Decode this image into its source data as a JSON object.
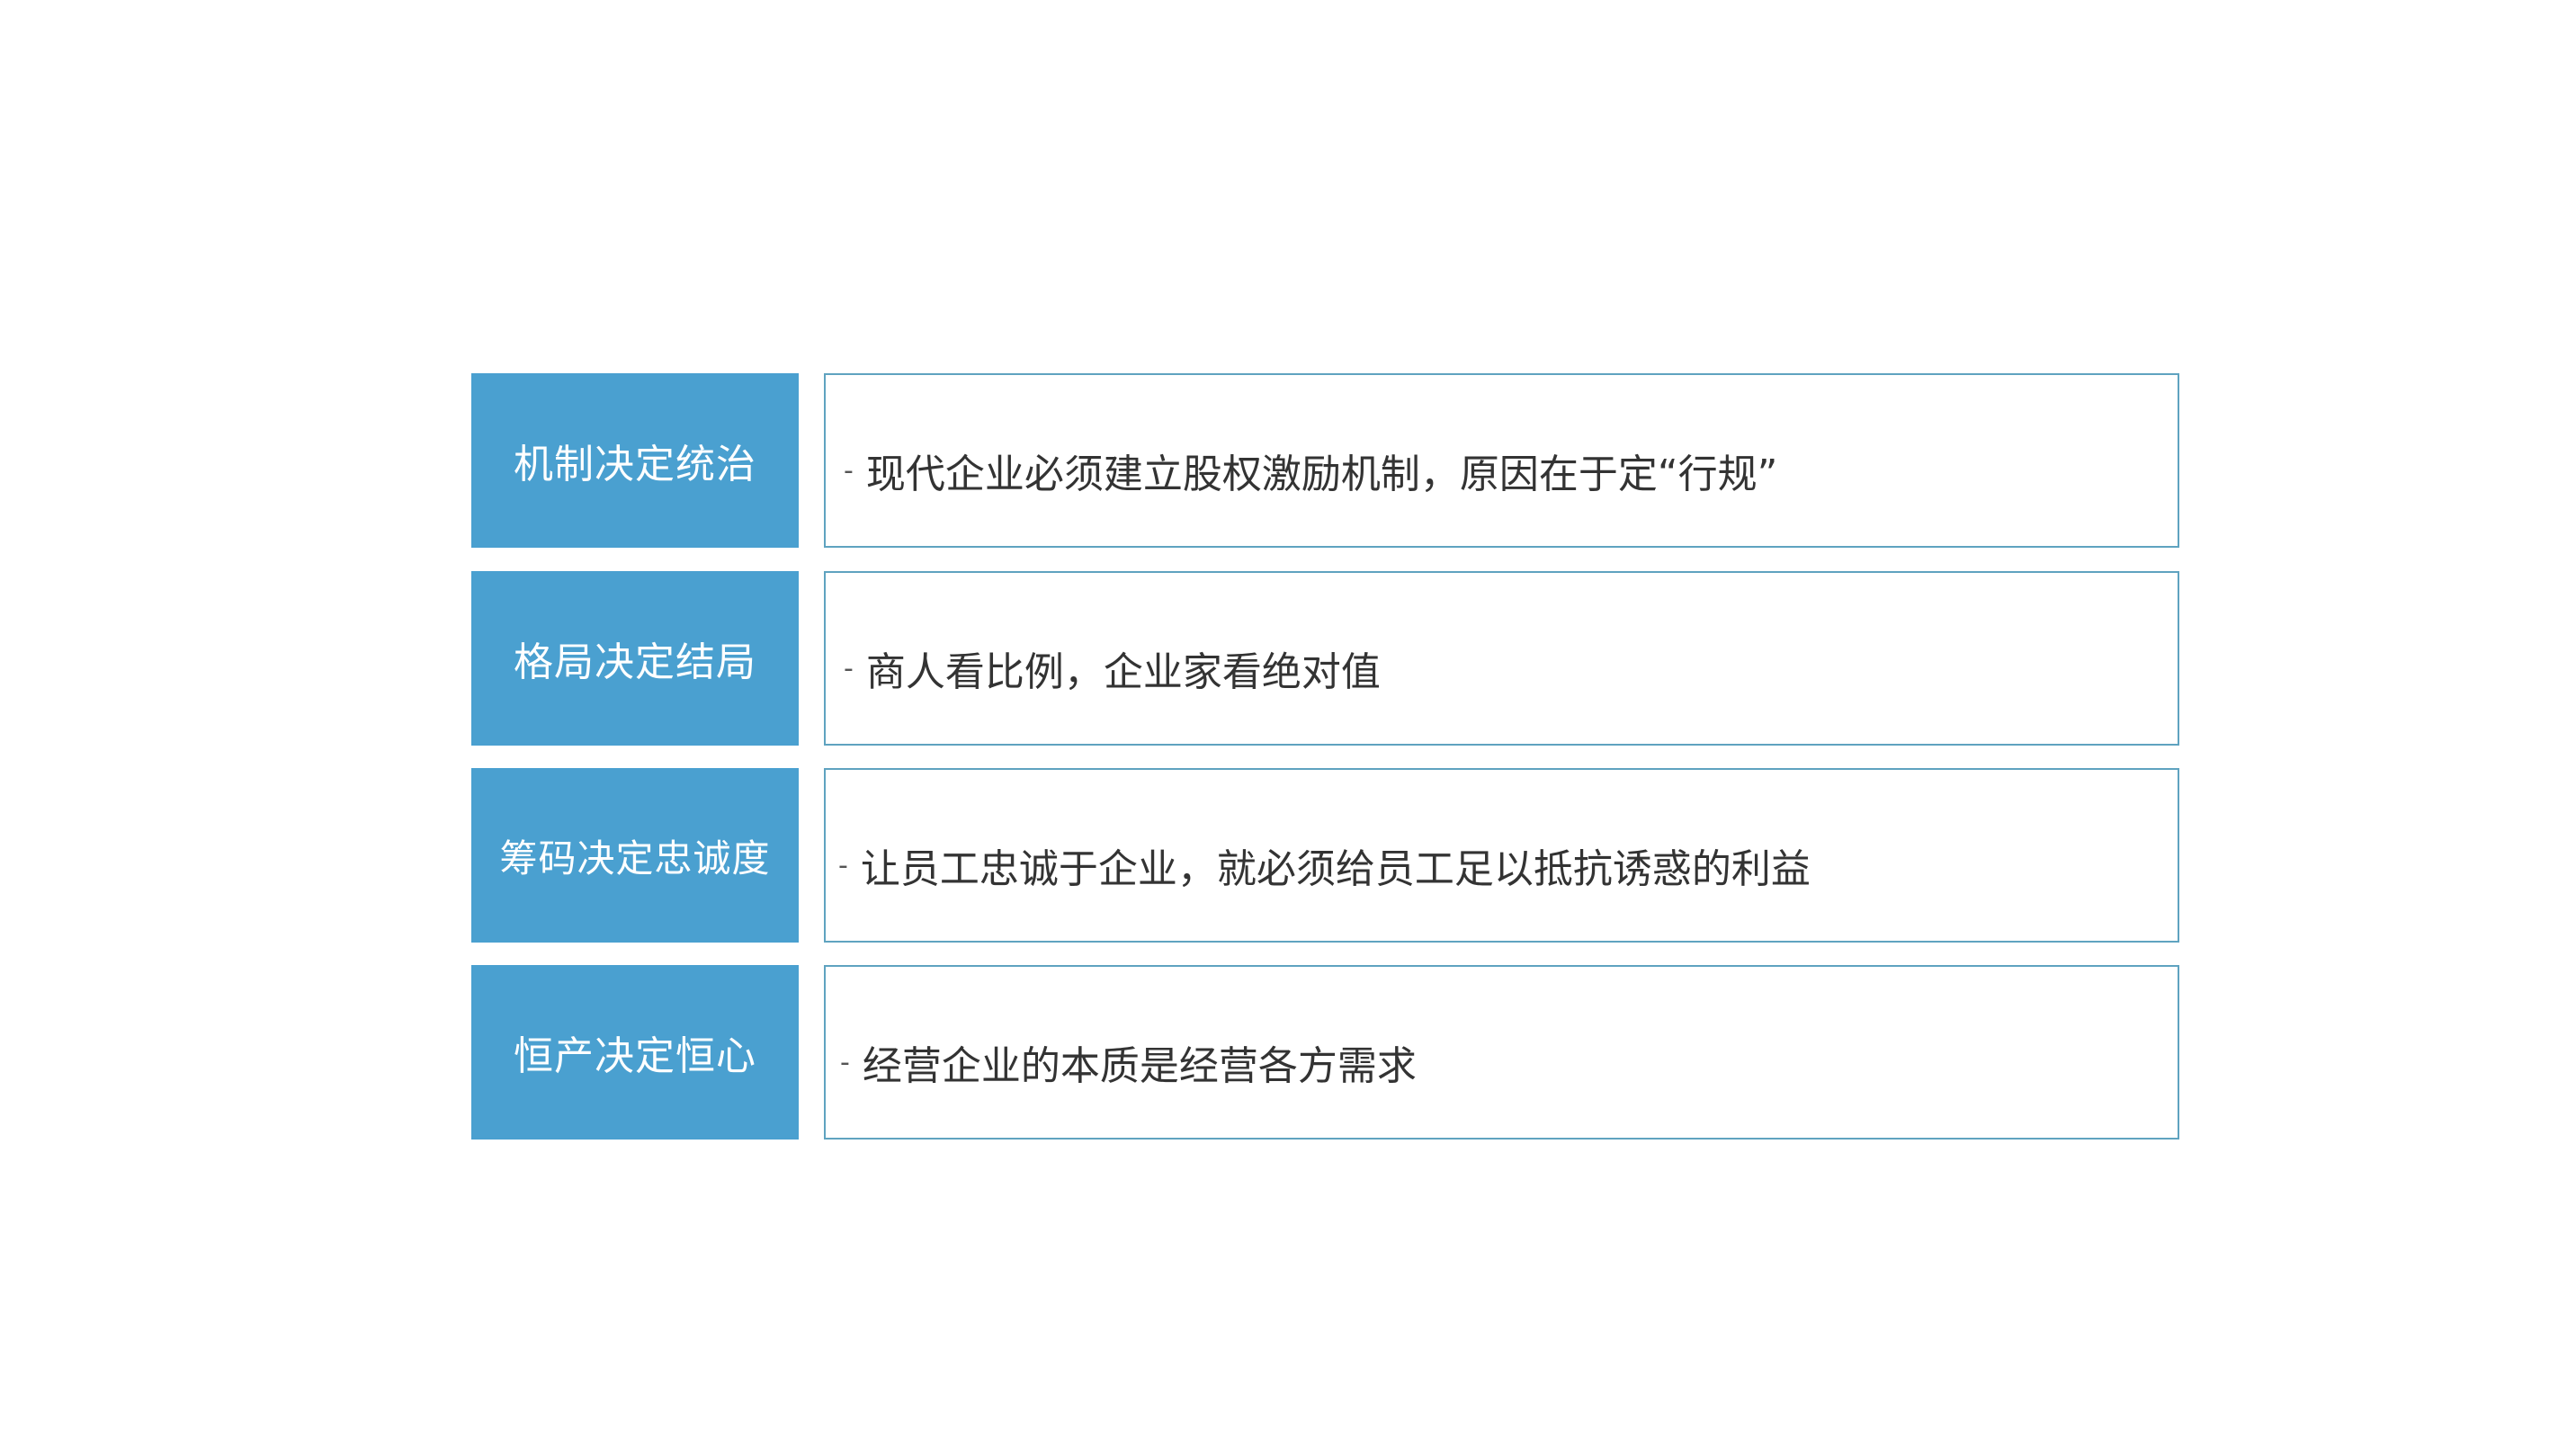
{
  "rows": [
    {
      "label": "机制决定统治",
      "bullet": "-",
      "text": "现代企业必须建立股权激励机制，原因在于定“行规”"
    },
    {
      "label": "格局决定结局",
      "bullet": "-",
      "text": "商人看比例，企业家看绝对值"
    },
    {
      "label": "筹码决定忠诚度",
      "bullet": "-",
      "text": "让员工忠诚于企业，就必须给员工足以抵抗诱惑的利益"
    },
    {
      "label": "恒产决定恒心",
      "bullet": "-",
      "text": "经营企业的本质是经营各方需求"
    }
  ],
  "colors": {
    "label_bg": "#4aa0d0",
    "border": "#5fa3c0",
    "text": "#333333"
  }
}
